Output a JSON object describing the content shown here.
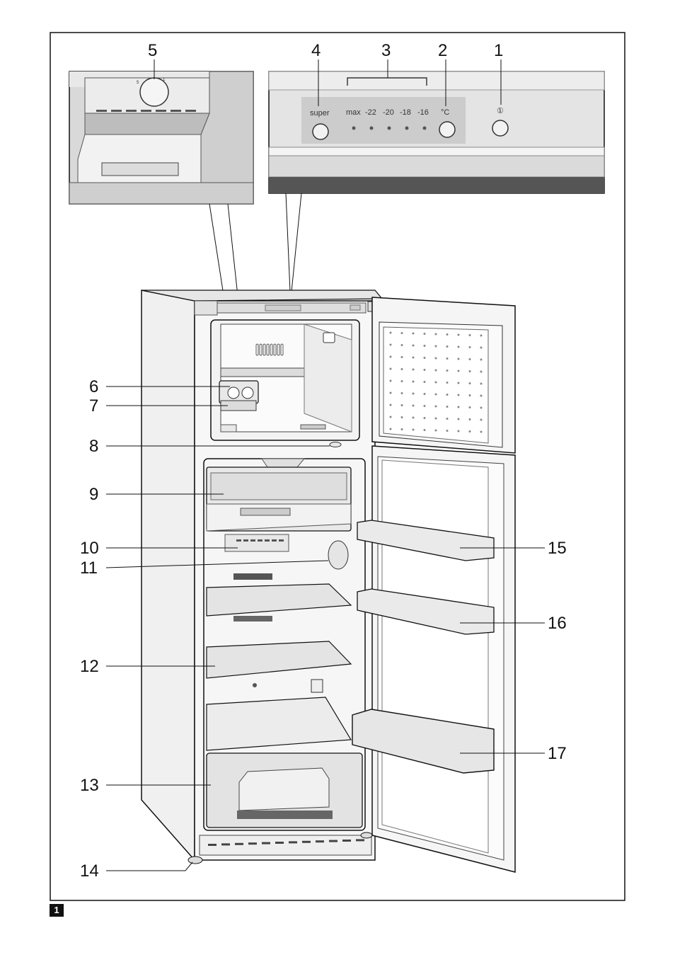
{
  "figure": {
    "number": "1"
  },
  "control_panel": {
    "super_label": "super",
    "max_label": "max",
    "temperatures": [
      "-22",
      "-20",
      "-18",
      "-16"
    ],
    "unit_label": "°C",
    "power_symbol": "①"
  },
  "fridge_knob": {
    "marks": [
      "5",
      "1"
    ]
  },
  "callouts": [
    "1",
    "2",
    "3",
    "4",
    "5",
    "6",
    "7",
    "8",
    "9",
    "10",
    "11",
    "12",
    "13",
    "14",
    "15",
    "16",
    "17"
  ],
  "colors": {
    "line": "#111111",
    "panel_grey": "#c9c9c9",
    "dark_strip": "#555555"
  }
}
